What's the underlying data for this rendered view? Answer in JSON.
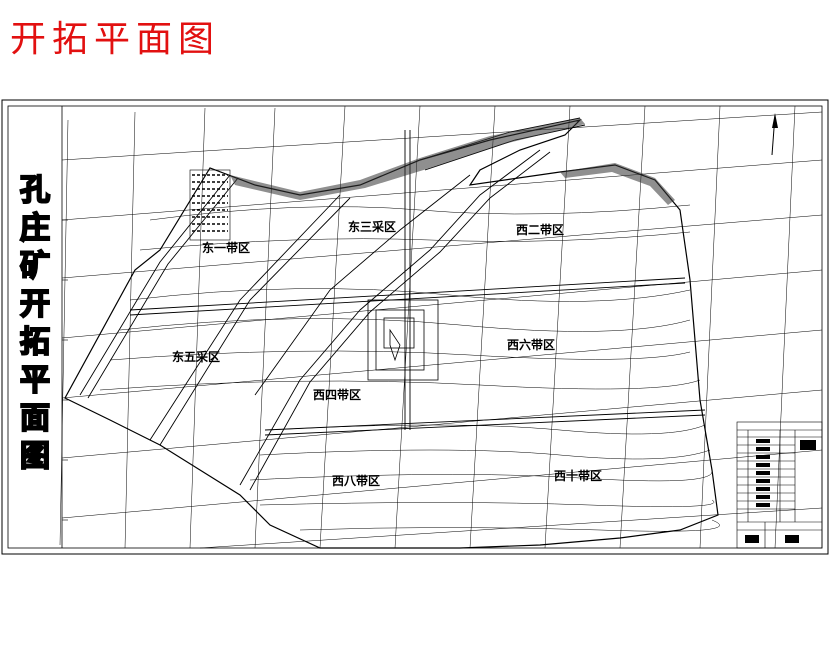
{
  "title": "开拓平面图",
  "side_title": [
    "孔",
    "庄",
    "矿",
    "开",
    "拓",
    "平",
    "面",
    "图"
  ],
  "zones": [
    {
      "id": "east-1",
      "text": "东一带区"
    },
    {
      "id": "east-3",
      "text": "东三采区"
    },
    {
      "id": "west-2",
      "text": "西二带区"
    },
    {
      "id": "east-5",
      "text": "东五采区"
    },
    {
      "id": "west-6",
      "text": "西六带区"
    },
    {
      "id": "west-4",
      "text": "西四带区"
    },
    {
      "id": "west-8",
      "text": "西八带区"
    },
    {
      "id": "west-10",
      "text": "西十带区"
    }
  ],
  "colors": {
    "title": "#e21010",
    "lines": "#000000"
  }
}
